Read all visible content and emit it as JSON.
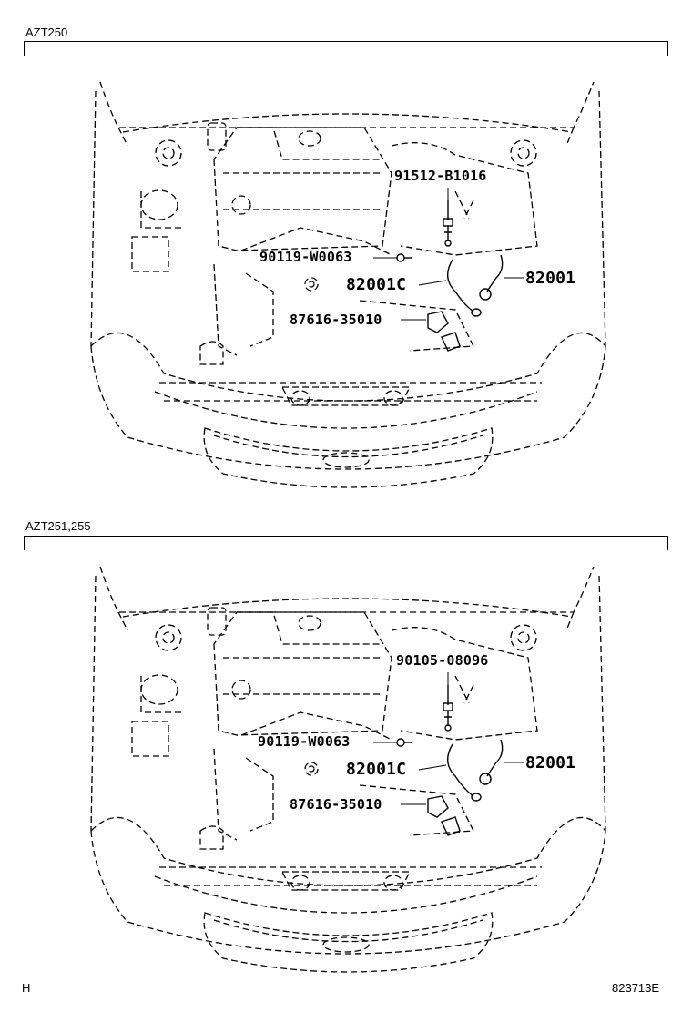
{
  "sections": [
    {
      "model_label": "AZT250",
      "parts": {
        "top": "91512-B1016",
        "bolt": "90119-W0063",
        "sensor_c": "82001C",
        "sensor": "82001",
        "clamp": "87616-35010"
      }
    },
    {
      "model_label": "AZT251,255",
      "parts": {
        "top": "90105-08096",
        "bolt": "90119-W0063",
        "sensor_c": "82001C",
        "sensor": "82001",
        "clamp": "87616-35010"
      }
    }
  ],
  "footer": {
    "left": "H",
    "right": "823713E"
  }
}
